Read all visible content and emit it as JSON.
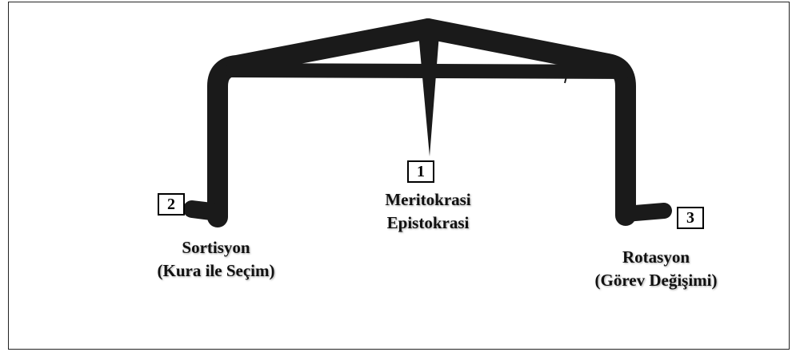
{
  "boxes": {
    "box1": "1",
    "box2": "2",
    "box3": "3"
  },
  "labels": {
    "center": {
      "line1": "Meritokrasi",
      "line2": "Epistokrasi"
    },
    "left": {
      "line1": "Sortisyon",
      "line2": "(Kura ile Seçim)"
    },
    "right": {
      "line1": "Rotasyon",
      "line2": "(Görev Değişimi)"
    }
  },
  "colors": {
    "tripod": "#1a1a1a",
    "border": "#222222",
    "text": "#111111"
  }
}
